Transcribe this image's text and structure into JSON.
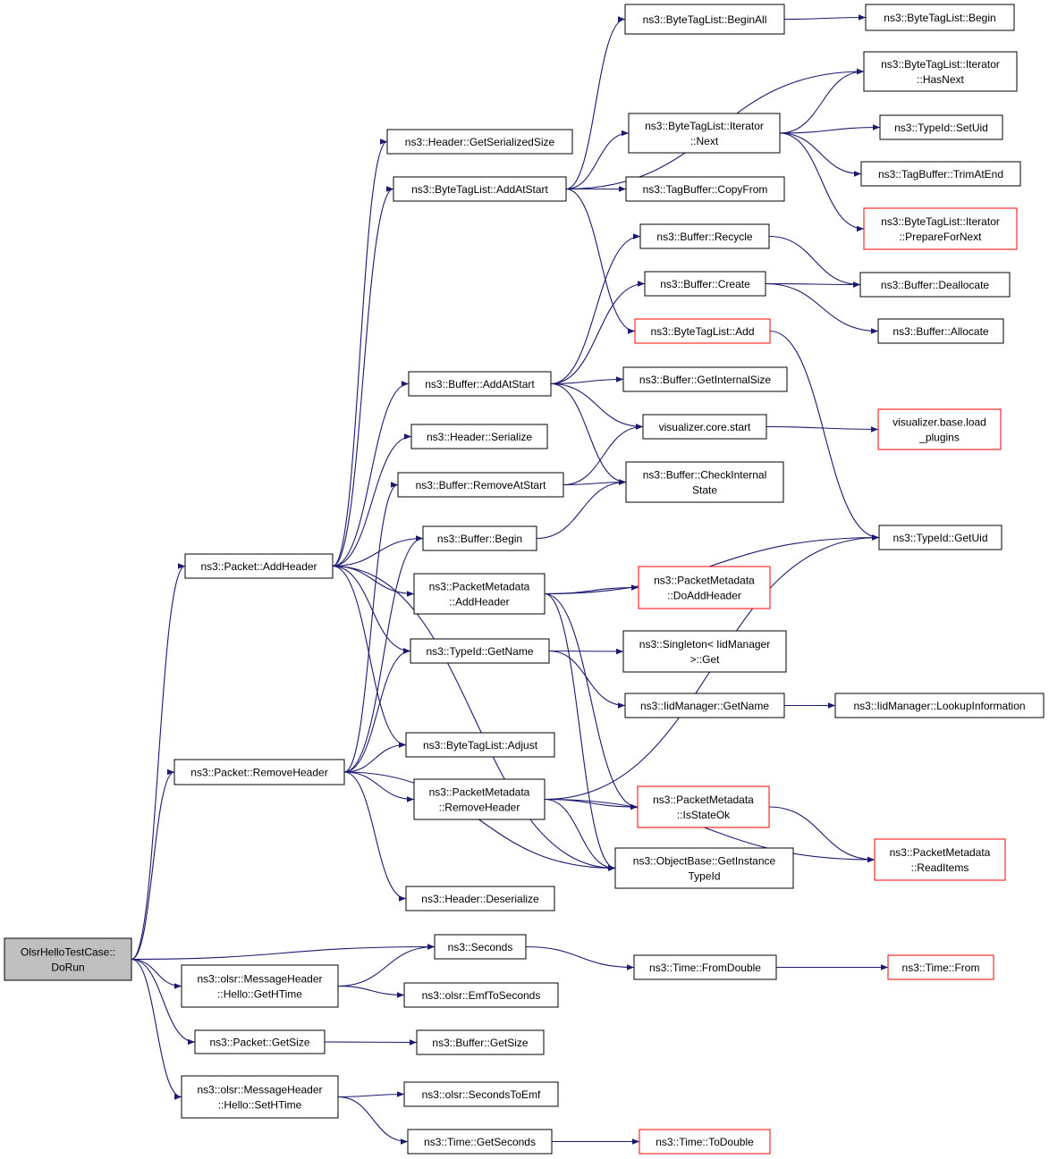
{
  "nodes": [
    {
      "id": "root",
      "lines": [
        "OlsrHelloTestCase::",
        "DoRun"
      ],
      "style": "root"
    },
    {
      "id": "addHeader",
      "lines": [
        "ns3::Packet::AddHeader"
      ]
    },
    {
      "id": "removeHeader",
      "lines": [
        "ns3::Packet::RemoveHeader"
      ]
    },
    {
      "id": "getHTime",
      "lines": [
        "ns3::olsr::MessageHeader",
        "::Hello::GetHTime"
      ]
    },
    {
      "id": "getSize",
      "lines": [
        "ns3::Packet::GetSize"
      ]
    },
    {
      "id": "setHTime",
      "lines": [
        "ns3::olsr::MessageHeader",
        "::Hello::SetHTime"
      ]
    },
    {
      "id": "getSerializedSize",
      "lines": [
        "ns3::Header::GetSerializedSize"
      ]
    },
    {
      "id": "btlAddAtStart",
      "lines": [
        "ns3::ByteTagList::AddAtStart"
      ]
    },
    {
      "id": "bufAddAtStart",
      "lines": [
        "ns3::Buffer::AddAtStart"
      ]
    },
    {
      "id": "headerSerialize",
      "lines": [
        "ns3::Header::Serialize"
      ]
    },
    {
      "id": "bufRemoveAtStart",
      "lines": [
        "ns3::Buffer::RemoveAtStart"
      ]
    },
    {
      "id": "bufBegin",
      "lines": [
        "ns3::Buffer::Begin"
      ]
    },
    {
      "id": "pmAddHeader",
      "lines": [
        "ns3::PacketMetadata",
        "::AddHeader"
      ]
    },
    {
      "id": "typeGetName",
      "lines": [
        "ns3::TypeId::GetName"
      ]
    },
    {
      "id": "btlAdjust",
      "lines": [
        "ns3::ByteTagList::Adjust"
      ]
    },
    {
      "id": "pmRemoveHeader",
      "lines": [
        "ns3::PacketMetadata",
        "::RemoveHeader"
      ]
    },
    {
      "id": "headerDeserialize",
      "lines": [
        "ns3::Header::Deserialize"
      ]
    },
    {
      "id": "seconds",
      "lines": [
        "ns3::Seconds"
      ]
    },
    {
      "id": "emfToSeconds",
      "lines": [
        "ns3::olsr::EmfToSeconds"
      ]
    },
    {
      "id": "bufGetSize",
      "lines": [
        "ns3::Buffer::GetSize"
      ]
    },
    {
      "id": "secondsToEmf",
      "lines": [
        "ns3::olsr::SecondsToEmf"
      ]
    },
    {
      "id": "timeGetSeconds",
      "lines": [
        "ns3::Time::GetSeconds"
      ]
    },
    {
      "id": "btlBeginAll",
      "lines": [
        "ns3::ByteTagList::BeginAll"
      ]
    },
    {
      "id": "btlIterNext",
      "lines": [
        "ns3::ByteTagList::Iterator",
        "::Next"
      ]
    },
    {
      "id": "tbCopyFrom",
      "lines": [
        "ns3::TagBuffer::CopyFrom"
      ]
    },
    {
      "id": "bufRecycle",
      "lines": [
        "ns3::Buffer::Recycle"
      ]
    },
    {
      "id": "bufCreate",
      "lines": [
        "ns3::Buffer::Create"
      ]
    },
    {
      "id": "btlAdd",
      "lines": [
        "ns3::ByteTagList::Add"
      ],
      "style": "red"
    },
    {
      "id": "bufGetInternalSize",
      "lines": [
        "ns3::Buffer::GetInternalSize"
      ]
    },
    {
      "id": "vizCoreStart",
      "lines": [
        "visualizer.core.start"
      ]
    },
    {
      "id": "bufCheckInternalState",
      "lines": [
        "ns3::Buffer::CheckInternal",
        "State"
      ]
    },
    {
      "id": "pmDoAddHeader",
      "lines": [
        "ns3::PacketMetadata",
        "::DoAddHeader"
      ],
      "style": "red"
    },
    {
      "id": "singletonGet",
      "lines": [
        "ns3::Singleton< IidManager",
        ">::Get"
      ]
    },
    {
      "id": "iidGetName",
      "lines": [
        "ns3::IidManager::GetName"
      ]
    },
    {
      "id": "pmIsStateOk",
      "lines": [
        "ns3::PacketMetadata",
        "::IsStateOk"
      ],
      "style": "red"
    },
    {
      "id": "objGetInstanceTypeId",
      "lines": [
        "ns3::ObjectBase::GetInstance",
        "TypeId"
      ]
    },
    {
      "id": "timeFromDouble",
      "lines": [
        "ns3::Time::FromDouble"
      ]
    },
    {
      "id": "timeToDouble",
      "lines": [
        "ns3::Time::ToDouble"
      ],
      "style": "red"
    },
    {
      "id": "btlBegin",
      "lines": [
        "ns3::ByteTagList::Begin"
      ]
    },
    {
      "id": "btlIterHasNext",
      "lines": [
        "ns3::ByteTagList::Iterator",
        "::HasNext"
      ]
    },
    {
      "id": "typeSetUid",
      "lines": [
        "ns3::TypeId::SetUid"
      ]
    },
    {
      "id": "tbTrimAtEnd",
      "lines": [
        "ns3::TagBuffer::TrimAtEnd"
      ]
    },
    {
      "id": "btlIterPrepare",
      "lines": [
        "ns3::ByteTagList::Iterator",
        "::PrepareForNext"
      ],
      "style": "red"
    },
    {
      "id": "bufDeallocate",
      "lines": [
        "ns3::Buffer::Deallocate"
      ]
    },
    {
      "id": "bufAllocate",
      "lines": [
        "ns3::Buffer::Allocate"
      ]
    },
    {
      "id": "vizLoadPlugins",
      "lines": [
        "visualizer.base.load",
        "_plugins"
      ],
      "style": "red"
    },
    {
      "id": "typeGetUid",
      "lines": [
        "ns3::TypeId::GetUid"
      ]
    },
    {
      "id": "iidLookup",
      "lines": [
        "ns3::IidManager::LookupInformation"
      ]
    },
    {
      "id": "pmReadItems",
      "lines": [
        "ns3::PacketMetadata",
        "::ReadItems"
      ],
      "style": "red"
    },
    {
      "id": "timeFrom",
      "lines": [
        "ns3::Time::From"
      ],
      "style": "red"
    }
  ],
  "edges": [
    [
      "root",
      "addHeader"
    ],
    [
      "root",
      "removeHeader"
    ],
    [
      "root",
      "seconds"
    ],
    [
      "root",
      "getHTime"
    ],
    [
      "root",
      "getSize"
    ],
    [
      "root",
      "setHTime"
    ],
    [
      "addHeader",
      "getSerializedSize"
    ],
    [
      "addHeader",
      "btlAddAtStart"
    ],
    [
      "addHeader",
      "bufAddAtStart"
    ],
    [
      "addHeader",
      "headerSerialize"
    ],
    [
      "addHeader",
      "bufBegin"
    ],
    [
      "addHeader",
      "pmAddHeader"
    ],
    [
      "addHeader",
      "typeGetName"
    ],
    [
      "addHeader",
      "btlAdjust"
    ],
    [
      "addHeader",
      "objGetInstanceTypeId"
    ],
    [
      "removeHeader",
      "bufRemoveAtStart"
    ],
    [
      "removeHeader",
      "bufBegin"
    ],
    [
      "removeHeader",
      "typeGetName"
    ],
    [
      "removeHeader",
      "btlAdjust"
    ],
    [
      "removeHeader",
      "pmRemoveHeader"
    ],
    [
      "removeHeader",
      "objGetInstanceTypeId"
    ],
    [
      "removeHeader",
      "headerDeserialize"
    ],
    [
      "getHTime",
      "seconds"
    ],
    [
      "getHTime",
      "emfToSeconds"
    ],
    [
      "getSize",
      "bufGetSize"
    ],
    [
      "setHTime",
      "secondsToEmf"
    ],
    [
      "setHTime",
      "timeGetSeconds"
    ],
    [
      "btlAddAtStart",
      "btlBeginAll"
    ],
    [
      "btlAddAtStart",
      "btlIterHasNext"
    ],
    [
      "btlAddAtStart",
      "btlIterNext"
    ],
    [
      "btlAddAtStart",
      "tbCopyFrom"
    ],
    [
      "btlAddAtStart",
      "btlAdd"
    ],
    [
      "bufAddAtStart",
      "bufRecycle"
    ],
    [
      "bufAddAtStart",
      "bufCreate"
    ],
    [
      "bufAddAtStart",
      "bufGetInternalSize"
    ],
    [
      "bufAddAtStart",
      "vizCoreStart"
    ],
    [
      "bufAddAtStart",
      "bufCheckInternalState"
    ],
    [
      "bufRemoveAtStart",
      "vizCoreStart"
    ],
    [
      "bufRemoveAtStart",
      "bufCheckInternalState"
    ],
    [
      "bufBegin",
      "bufCheckInternalState"
    ],
    [
      "pmAddHeader",
      "typeGetUid"
    ],
    [
      "pmAddHeader",
      "pmDoAddHeader"
    ],
    [
      "pmAddHeader",
      "pmIsStateOk"
    ],
    [
      "pmAddHeader",
      "objGetInstanceTypeId"
    ],
    [
      "typeGetName",
      "singletonGet"
    ],
    [
      "typeGetName",
      "iidGetName"
    ],
    [
      "pmRemoveHeader",
      "typeGetUid"
    ],
    [
      "pmRemoveHeader",
      "pmIsStateOk"
    ],
    [
      "pmRemoveHeader",
      "objGetInstanceTypeId"
    ],
    [
      "pmRemoveHeader",
      "pmReadItems"
    ],
    [
      "seconds",
      "timeFromDouble"
    ],
    [
      "timeGetSeconds",
      "timeToDouble"
    ],
    [
      "btlBeginAll",
      "btlBegin"
    ],
    [
      "btlIterNext",
      "btlIterHasNext"
    ],
    [
      "btlIterNext",
      "typeSetUid"
    ],
    [
      "btlIterNext",
      "tbTrimAtEnd"
    ],
    [
      "btlIterNext",
      "btlIterPrepare"
    ],
    [
      "bufRecycle",
      "bufDeallocate"
    ],
    [
      "bufCreate",
      "bufDeallocate"
    ],
    [
      "bufCreate",
      "bufAllocate"
    ],
    [
      "btlAdd",
      "typeGetUid"
    ],
    [
      "vizCoreStart",
      "vizLoadPlugins"
    ],
    [
      "iidGetName",
      "iidLookup"
    ],
    [
      "pmIsStateOk",
      "pmReadItems"
    ],
    [
      "timeFromDouble",
      "timeFrom"
    ]
  ]
}
